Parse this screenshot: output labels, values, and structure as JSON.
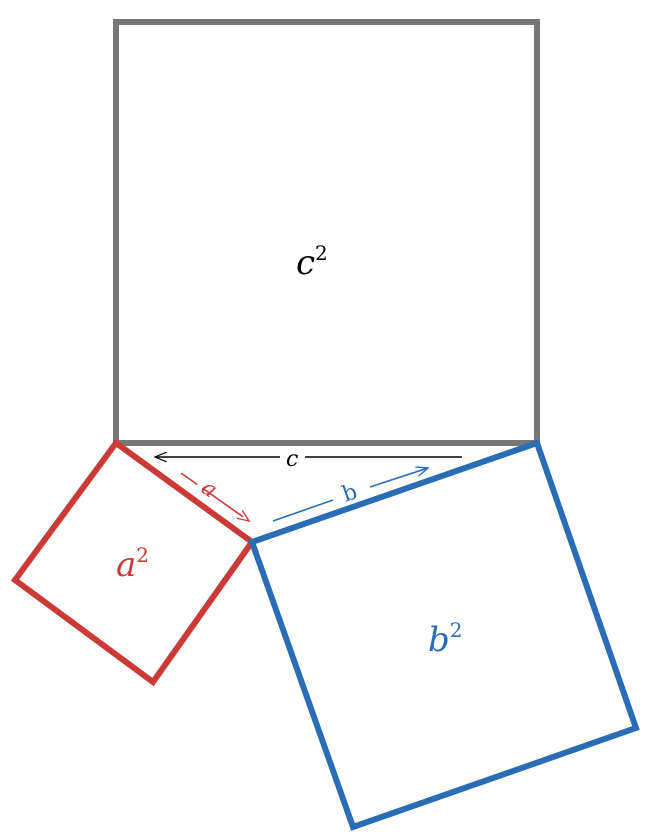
{
  "diagram": {
    "colors": {
      "hypotenuse_square": "#777777",
      "a_square": "#cc3a37",
      "b_square": "#2b6db4",
      "hypotenuse_arrow": "#000000"
    },
    "squares": {
      "c": {
        "base": "c",
        "exponent": "2"
      },
      "a": {
        "base": "a",
        "exponent": "2"
      },
      "b": {
        "base": "b",
        "exponent": "2"
      }
    },
    "sides": {
      "c": "c",
      "a": "a",
      "b": "b"
    }
  }
}
